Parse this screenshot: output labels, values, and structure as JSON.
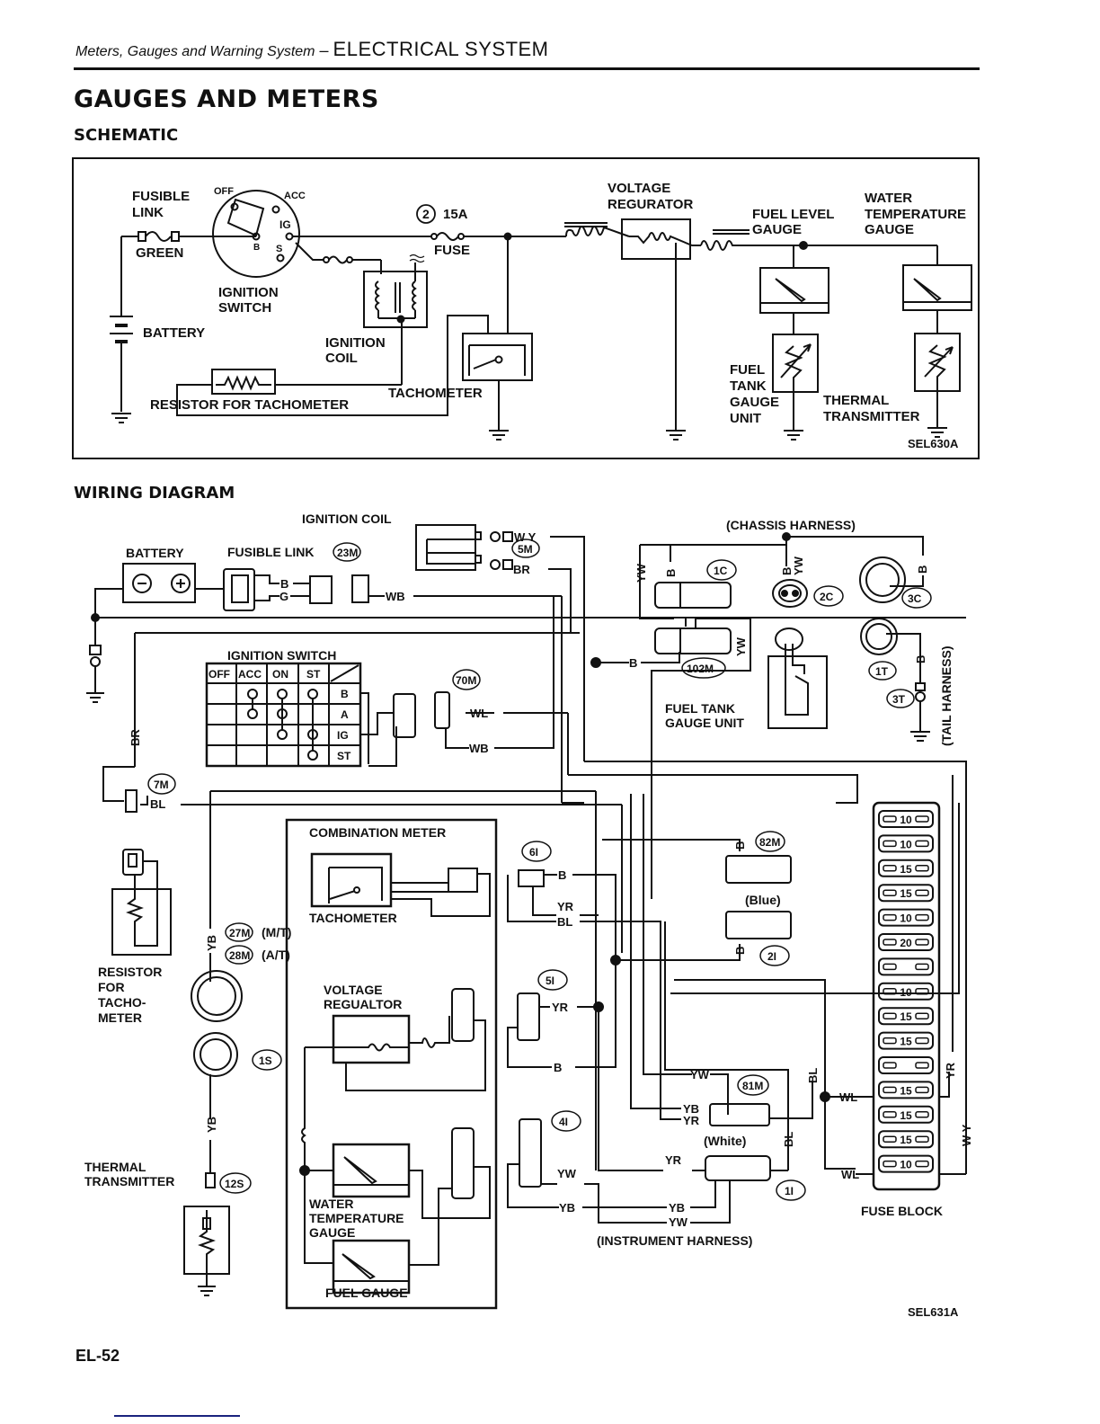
{
  "header": {
    "section_italic": "Meters, Gauges and Warning System",
    "separator": "–",
    "system": "ELECTRICAL SYSTEM"
  },
  "title": "GAUGES AND METERS",
  "schematic": {
    "heading": "SCHEMATIC",
    "code": "SEL630A",
    "labels": {
      "fusible_link": [
        "FUSIBLE",
        "LINK"
      ],
      "green": "GREEN",
      "battery": "BATTERY",
      "ignition_switch": [
        "IGNITION",
        "SWITCH"
      ],
      "switch_positions": {
        "off": "OFF",
        "acc": "ACC",
        "ig": "IG",
        "b": "B",
        "s": "S"
      },
      "fuse_number": "2",
      "fuse_rating": "15A",
      "fuse": "FUSE",
      "ignition_coil": [
        "IGNITION",
        "COIL"
      ],
      "resistor_for_tachometer": "RESISTOR FOR TACHOMETER",
      "tachometer": "TACHOMETER",
      "voltage_regulator": [
        "VOLTAGE",
        "REGURATOR"
      ],
      "fuel_level_gauge": [
        "FUEL LEVEL",
        "GAUGE"
      ],
      "water_temperature_gauge": [
        "WATER",
        "TEMPERATURE",
        "GAUGE"
      ],
      "fuel_tank_gauge_unit": [
        "FUEL",
        "TANK",
        "GAUGE",
        "UNIT"
      ],
      "thermal_transmitter": [
        "THERMAL",
        "TRANSMITTER"
      ]
    }
  },
  "wiring": {
    "heading": "WIRING DIAGRAM",
    "code": "SEL631A",
    "labels": {
      "ignition_coil": "IGNITION COIL",
      "battery": "BATTERY",
      "fusible_link": "FUSIBLE LINK",
      "chassis_harness": "(CHASSIS HARNESS)",
      "tail_harness": "(TAIL HARNESS)",
      "instrument_harness": "(INSTRUMENT HARNESS)",
      "ignition_switch": "IGNITION SWITCH",
      "fuel_tank_gauge_unit": [
        "FUEL TANK",
        "GAUGE UNIT"
      ],
      "combination_meter": "COMBINATION METER",
      "tachometer": "TACHOMETER",
      "voltage_regulator": [
        "VOLTAGE",
        "REGUALTOR"
      ],
      "water_temperature_gauge": [
        "WATER",
        "TEMPERATURE",
        "GAUGE"
      ],
      "fuel_gauge": "FUEL GAUGE",
      "resistor_for_tachometer": [
        "RESISTOR",
        "FOR",
        "TACHO-",
        "METER"
      ],
      "thermal_transmitter": [
        "THERMAL",
        "TRANSMITTER"
      ],
      "fuse_block": "FUSE BLOCK",
      "blue": "(Blue)",
      "white": "(White)",
      "mt": "(M/T)",
      "at": "(A/T)"
    },
    "connectors": {
      "c23m": "23M",
      "c5m": "5M",
      "c1c": "1C",
      "c2c": "2C",
      "c3c": "3C",
      "c102m": "102M",
      "c1t": "1T",
      "c3t": "3T",
      "c70m": "70M",
      "c7m": "7M",
      "c82m": "82M",
      "c2i": "2I",
      "c6i": "6I",
      "c5i": "5I",
      "c4i": "4I",
      "c27m": "27M",
      "c28m": "28M",
      "c1s": "1S",
      "c12s": "12S",
      "c81m": "81M",
      "c1i": "1I"
    },
    "wires": {
      "wy": "W Y",
      "br": "BR",
      "b": "B",
      "g": "G",
      "wb": "WB",
      "wl": "WL",
      "yw": "YW",
      "bl": "BL",
      "yb": "YB",
      "yr": "YR",
      "y": "Y"
    },
    "ignition_switch_table": {
      "columns": [
        "OFF",
        "ACC",
        "ON",
        "ST"
      ],
      "rows": [
        "B",
        "A",
        "IG",
        "ST"
      ]
    },
    "fuse_block_ratings": [
      "10",
      "10",
      "15",
      "15",
      "10",
      "20",
      "",
      "10",
      "15",
      "15",
      "",
      "15",
      "15",
      "15",
      "10"
    ]
  },
  "footer": {
    "page_number": "EL-52"
  }
}
